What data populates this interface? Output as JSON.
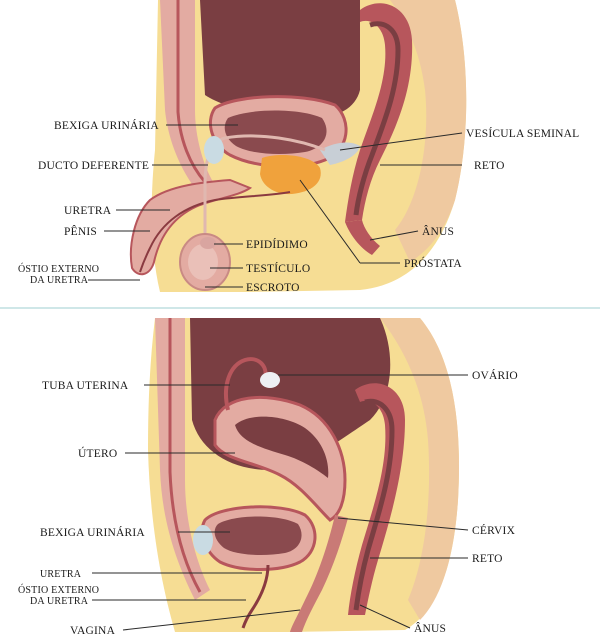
{
  "male_panel": {
    "labels": {
      "bexiga_urinaria": "BEXIGA URINÁRIA",
      "ducto_deferente": "DUCTO DEFERENTE",
      "uretra": "URETRA",
      "penis": "PÊNIS",
      "ostio_line1": "ÓSTIO EXTERNO",
      "ostio_line2": "DA URETRA",
      "vesicula_seminal": "VESÍCULA SEMINAL",
      "reto": "RETO",
      "anus": "ÂNUS",
      "prostata": "PRÓSTATA",
      "epididimo": "EPIDÍDIMO",
      "testiculo": "TESTÍCULO",
      "escroto": "ESCROTO"
    }
  },
  "female_panel": {
    "labels": {
      "tuba_uterina": "TUBA UTERINA",
      "utero": "ÚTERO",
      "bexiga_urinaria": "BEXIGA URINÁRIA",
      "uretra": "URETRA",
      "ostio_line1": "ÓSTIO EXTERNO",
      "ostio_line2": "DA URETRA",
      "vagina": "VAGINA",
      "ovario": "OVÁRIO",
      "cervix": "CÉRVIX",
      "reto": "RETO",
      "anus": "ÂNUS"
    }
  },
  "colors": {
    "fat_yellow": "#f6dd94",
    "tissue_pink": "#e3aba2",
    "organ_dark": "#7a3e42",
    "muscle_red": "#b7565c",
    "prostate_orange": "#f0a23c",
    "bone_blue": "#c9dbe3",
    "divider_teal": "#bfdfe0"
  }
}
